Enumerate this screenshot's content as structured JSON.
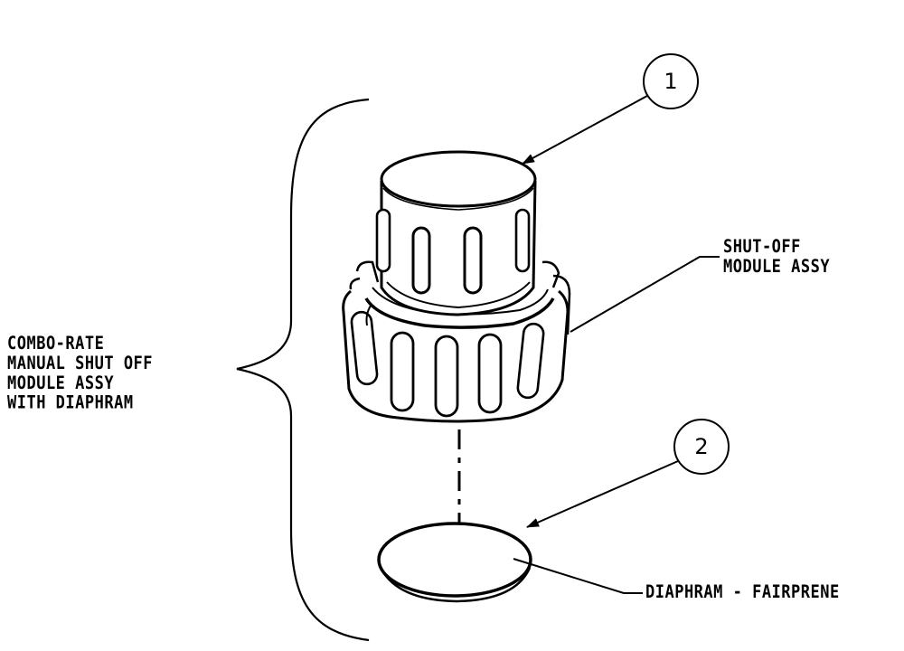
{
  "labels": {
    "assembly_line1": "COMBO-RATE",
    "assembly_line2": "MANUAL SHUT OFF",
    "assembly_line3": "MODULE ASSY",
    "assembly_line4": "WITH DIAPHRAM",
    "shutoff_line1": "SHUT-OFF",
    "shutoff_line2": "MODULE ASSY",
    "diaphram": "DIAPHRAM - FAIRPRENE"
  },
  "balloons": {
    "item1": "1",
    "item2": "2"
  },
  "colors": {
    "ink": "#000000",
    "paper": "#ffffff"
  }
}
